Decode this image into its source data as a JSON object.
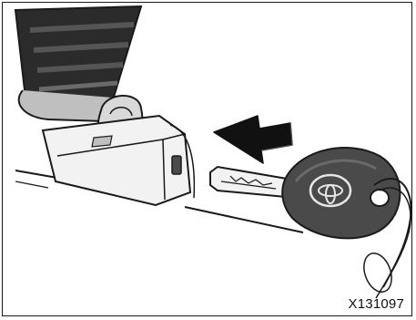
{
  "figure": {
    "code": "X131097"
  },
  "colors": {
    "line": "#1a1a1a",
    "strap_dark": "#2b2b2b",
    "strap_mid": "#4a4a4a",
    "strap_light": "#6a6a6a",
    "gray_fill": "#d9d9d9",
    "light_fill": "#f2f2f2",
    "arrow_fill": "#111111",
    "key_head": "#4a4a4a",
    "key_head_dark": "#2f2f2f"
  },
  "icons": [
    "seat-belt-strap",
    "belt-anchor-buckle",
    "insert-arrow",
    "key",
    "toyota-emblem",
    "key-ring"
  ]
}
